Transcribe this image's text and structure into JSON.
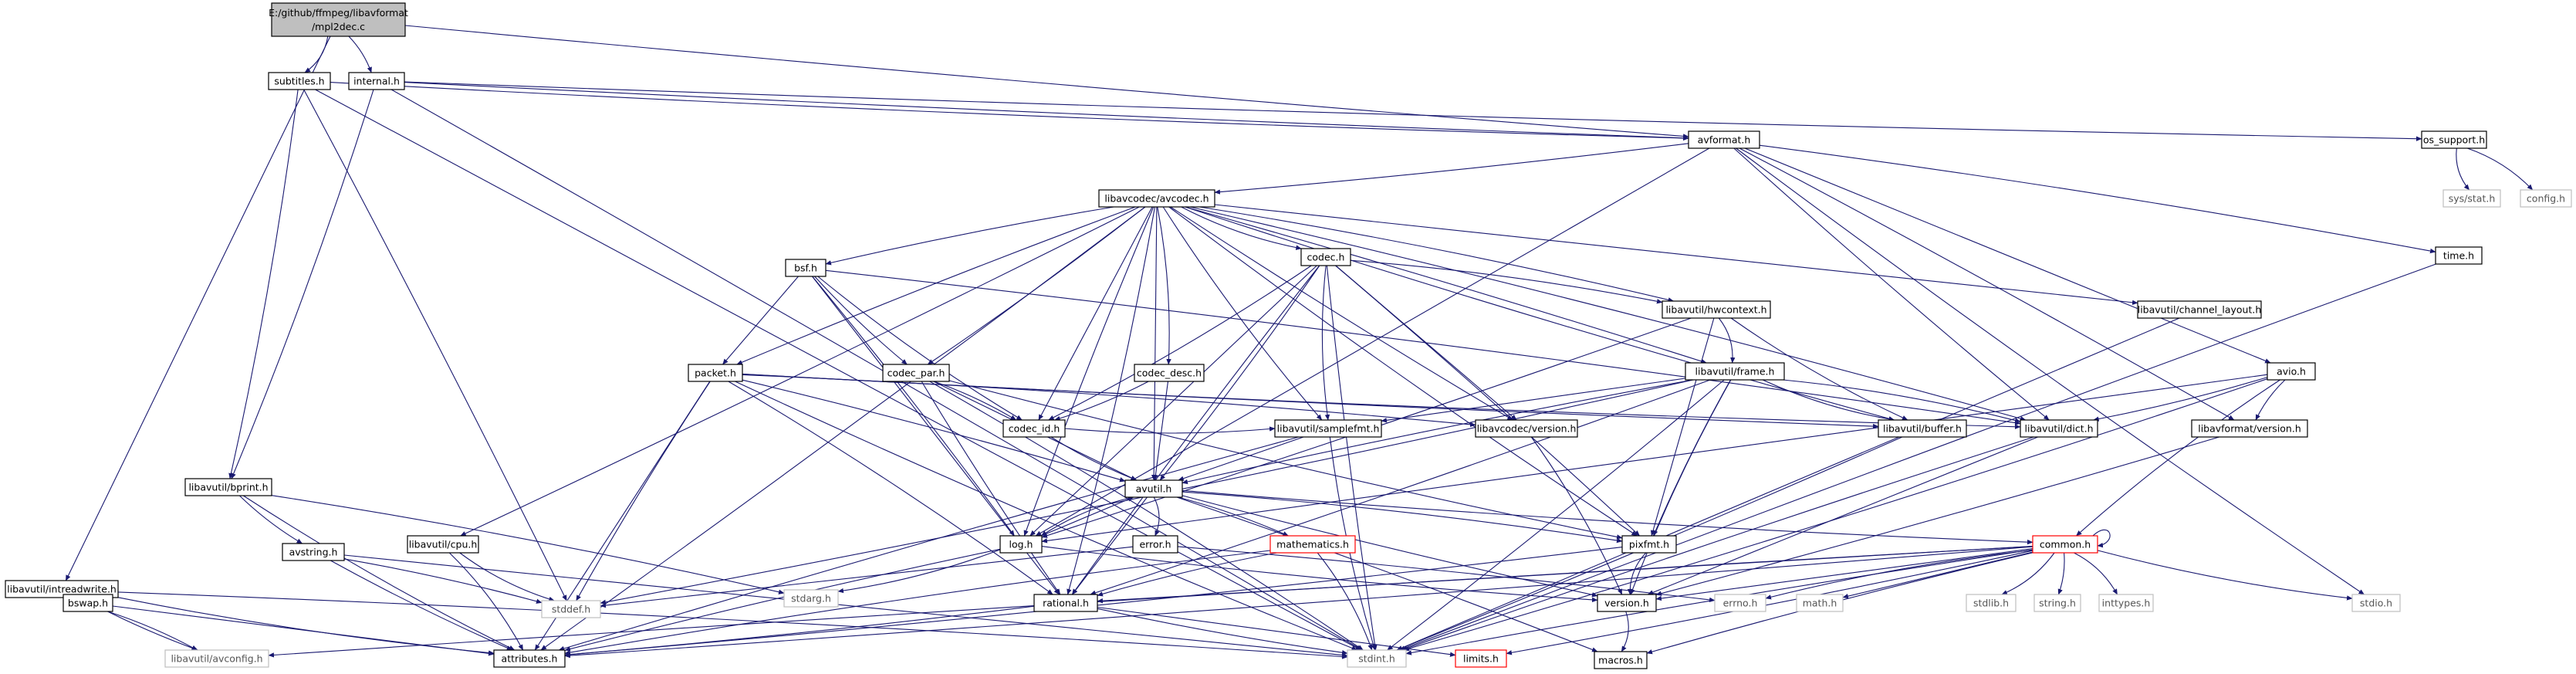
{
  "colors": {
    "edge": "#191970",
    "node_border": "#000000",
    "root_fill": "#bfbfbf",
    "truncated_border": "#ff0000",
    "external_border": "#bfbfbf",
    "external_text": "#555555"
  },
  "legend_note": "",
  "nodes": {
    "mpl2dec": {
      "label": "E:/github/ffmpeg/libavformat/mpl2dec.c",
      "kind": "root"
    },
    "subtitles": {
      "label": "subtitles.h",
      "kind": "normal"
    },
    "internal": {
      "label": "internal.h",
      "kind": "normal"
    },
    "intreadwrite": {
      "label": "libavutil/intreadwrite.h",
      "kind": "normal"
    },
    "bswap": {
      "label": "bswap.h",
      "kind": "normal"
    },
    "avconfig": {
      "label": "libavutil/avconfig.h",
      "kind": "external"
    },
    "attributes": {
      "label": "attributes.h",
      "kind": "normal"
    },
    "bprint": {
      "label": "libavutil/bprint.h",
      "kind": "normal"
    },
    "avstring": {
      "label": "avstring.h",
      "kind": "normal"
    },
    "cpu": {
      "label": "libavutil/cpu.h",
      "kind": "normal"
    },
    "stddef": {
      "label": "stddef.h",
      "kind": "external"
    },
    "stdarg": {
      "label": "stdarg.h",
      "kind": "external"
    },
    "stdint": {
      "label": "stdint.h",
      "kind": "external"
    },
    "avformat": {
      "label": "avformat.h",
      "kind": "normal"
    },
    "avcodec": {
      "label": "libavcodec/avcodec.h",
      "kind": "normal"
    },
    "bsf": {
      "label": "bsf.h",
      "kind": "normal"
    },
    "packet": {
      "label": "packet.h",
      "kind": "normal"
    },
    "codec_par": {
      "label": "codec_par.h",
      "kind": "normal"
    },
    "codec_id": {
      "label": "codec_id.h",
      "kind": "normal"
    },
    "codec_desc": {
      "label": "codec_desc.h",
      "kind": "normal"
    },
    "codec": {
      "label": "codec.h",
      "kind": "normal"
    },
    "avutil": {
      "label": "avutil.h",
      "kind": "normal"
    },
    "log": {
      "label": "log.h",
      "kind": "normal"
    },
    "error": {
      "label": "error.h",
      "kind": "normal"
    },
    "mathematics": {
      "label": "mathematics.h",
      "kind": "truncated"
    },
    "rational": {
      "label": "rational.h",
      "kind": "normal"
    },
    "samplefmt": {
      "label": "libavutil/samplefmt.h",
      "kind": "normal"
    },
    "hwcontext": {
      "label": "libavutil/hwcontext.h",
      "kind": "normal"
    },
    "frame": {
      "label": "libavutil/frame.h",
      "kind": "normal"
    },
    "avc_version": {
      "label": "libavcodec/version.h",
      "kind": "normal"
    },
    "buffer": {
      "label": "libavutil/buffer.h",
      "kind": "normal"
    },
    "dict": {
      "label": "libavutil/dict.h",
      "kind": "normal"
    },
    "pixfmt": {
      "label": "pixfmt.h",
      "kind": "normal"
    },
    "common": {
      "label": "common.h",
      "kind": "truncated"
    },
    "version": {
      "label": "version.h",
      "kind": "normal"
    },
    "macros": {
      "label": "macros.h",
      "kind": "normal"
    },
    "limits": {
      "label": "limits.h",
      "kind": "truncated"
    },
    "errno": {
      "label": "errno.h",
      "kind": "external"
    },
    "math": {
      "label": "math.h",
      "kind": "external"
    },
    "stdlib": {
      "label": "stdlib.h",
      "kind": "external"
    },
    "string": {
      "label": "string.h",
      "kind": "external"
    },
    "inttypes": {
      "label": "inttypes.h",
      "kind": "external"
    },
    "stdio": {
      "label": "stdio.h",
      "kind": "external"
    },
    "channel_layout": {
      "label": "libavutil/channel_layout.h",
      "kind": "normal"
    },
    "avio": {
      "label": "avio.h",
      "kind": "normal"
    },
    "avf_version": {
      "label": "libavformat/version.h",
      "kind": "normal"
    },
    "time": {
      "label": "time.h",
      "kind": "normal"
    },
    "os_support": {
      "label": "os_support.h",
      "kind": "normal"
    },
    "sysstat": {
      "label": "sys/stat.h",
      "kind": "external"
    },
    "config": {
      "label": "config.h",
      "kind": "external"
    }
  },
  "edges": [
    [
      "mpl2dec",
      "subtitles"
    ],
    [
      "mpl2dec",
      "internal"
    ],
    [
      "mpl2dec",
      "intreadwrite"
    ],
    [
      "mpl2dec",
      "avformat"
    ],
    [
      "subtitles",
      "avformat"
    ],
    [
      "subtitles",
      "bprint"
    ],
    [
      "subtitles",
      "stddef"
    ],
    [
      "subtitles",
      "stdint"
    ],
    [
      "internal",
      "avformat"
    ],
    [
      "internal",
      "os_support"
    ],
    [
      "internal",
      "bprint"
    ],
    [
      "internal",
      "stdint"
    ],
    [
      "intreadwrite",
      "bswap"
    ],
    [
      "intreadwrite",
      "avconfig"
    ],
    [
      "intreadwrite",
      "attributes"
    ],
    [
      "intreadwrite",
      "stdint"
    ],
    [
      "bswap",
      "avconfig"
    ],
    [
      "bswap",
      "attributes"
    ],
    [
      "bprint",
      "avstring"
    ],
    [
      "bprint",
      "attributes"
    ],
    [
      "bprint",
      "stdarg"
    ],
    [
      "avstring",
      "stddef"
    ],
    [
      "avstring",
      "stdint"
    ],
    [
      "avstring",
      "attributes"
    ],
    [
      "cpu",
      "stddef"
    ],
    [
      "cpu",
      "attributes"
    ],
    [
      "avformat",
      "avcodec"
    ],
    [
      "avformat",
      "avio"
    ],
    [
      "avformat",
      "dict"
    ],
    [
      "avformat",
      "stdio"
    ],
    [
      "avformat",
      "time"
    ],
    [
      "avformat",
      "avf_version"
    ],
    [
      "avformat",
      "log"
    ],
    [
      "avcodec",
      "bsf"
    ],
    [
      "avcodec",
      "codec"
    ],
    [
      "avcodec",
      "codec_desc"
    ],
    [
      "avcodec",
      "codec_par"
    ],
    [
      "avcodec",
      "codec_id"
    ],
    [
      "avcodec",
      "packet"
    ],
    [
      "avcodec",
      "samplefmt"
    ],
    [
      "avcodec",
      "hwcontext"
    ],
    [
      "avcodec",
      "frame"
    ],
    [
      "avcodec",
      "channel_layout"
    ],
    [
      "avcodec",
      "avc_version"
    ],
    [
      "avcodec",
      "buffer"
    ],
    [
      "avcodec",
      "dict"
    ],
    [
      "avcodec",
      "cpu"
    ],
    [
      "avcodec",
      "avutil"
    ],
    [
      "avcodec",
      "log"
    ],
    [
      "avcodec",
      "pixfmt"
    ],
    [
      "avcodec",
      "rational"
    ],
    [
      "avcodec",
      "attributes"
    ],
    [
      "bsf",
      "packet"
    ],
    [
      "bsf",
      "codec_par"
    ],
    [
      "bsf",
      "codec_id"
    ],
    [
      "bsf",
      "dict"
    ],
    [
      "bsf",
      "log"
    ],
    [
      "bsf",
      "rational"
    ],
    [
      "packet",
      "buffer"
    ],
    [
      "packet",
      "dict"
    ],
    [
      "packet",
      "rational"
    ],
    [
      "packet",
      "avutil"
    ],
    [
      "packet",
      "attributes"
    ],
    [
      "packet",
      "stddef"
    ],
    [
      "packet",
      "stdint"
    ],
    [
      "packet",
      "avc_version"
    ],
    [
      "codec_par",
      "codec_id"
    ],
    [
      "codec_par",
      "avutil"
    ],
    [
      "codec_par",
      "rational"
    ],
    [
      "codec_par",
      "pixfmt"
    ],
    [
      "codec_par",
      "stdint"
    ],
    [
      "codec_desc",
      "codec_id"
    ],
    [
      "codec_desc",
      "avutil"
    ],
    [
      "codec_id",
      "avutil"
    ],
    [
      "codec_id",
      "samplefmt"
    ],
    [
      "codec",
      "codec_id"
    ],
    [
      "codec",
      "avutil"
    ],
    [
      "codec",
      "log"
    ],
    [
      "codec",
      "rational"
    ],
    [
      "codec",
      "samplefmt"
    ],
    [
      "codec",
      "hwcontext"
    ],
    [
      "codec",
      "pixfmt"
    ],
    [
      "codec",
      "avc_version"
    ],
    [
      "codec",
      "stdint"
    ],
    [
      "hwcontext",
      "buffer"
    ],
    [
      "hwcontext",
      "frame"
    ],
    [
      "hwcontext",
      "log"
    ],
    [
      "hwcontext",
      "pixfmt"
    ],
    [
      "frame",
      "avutil"
    ],
    [
      "frame",
      "buffer"
    ],
    [
      "frame",
      "dict"
    ],
    [
      "frame",
      "rational"
    ],
    [
      "frame",
      "samplefmt"
    ],
    [
      "frame",
      "pixfmt"
    ],
    [
      "frame",
      "version"
    ],
    [
      "frame",
      "stddef"
    ],
    [
      "frame",
      "stdint"
    ],
    [
      "samplefmt",
      "avutil"
    ],
    [
      "samplefmt",
      "attributes"
    ],
    [
      "samplefmt",
      "stdint"
    ],
    [
      "avc_version",
      "version"
    ],
    [
      "buffer",
      "stdint"
    ],
    [
      "dict",
      "version"
    ],
    [
      "dict",
      "stdint"
    ],
    [
      "avutil",
      "log"
    ],
    [
      "avutil",
      "error"
    ],
    [
      "avutil",
      "mathematics"
    ],
    [
      "avutil",
      "rational"
    ],
    [
      "avutil",
      "version"
    ],
    [
      "avutil",
      "common"
    ],
    [
      "avutil",
      "pixfmt"
    ],
    [
      "avutil",
      "macros"
    ],
    [
      "log",
      "avutil"
    ],
    [
      "log",
      "attributes"
    ],
    [
      "log",
      "version"
    ],
    [
      "log",
      "stdarg"
    ],
    [
      "error",
      "errno"
    ],
    [
      "error",
      "stddef"
    ],
    [
      "mathematics",
      "rational"
    ],
    [
      "mathematics",
      "attributes"
    ],
    [
      "mathematics",
      "stdint"
    ],
    [
      "rational",
      "attributes"
    ],
    [
      "rational",
      "limits"
    ],
    [
      "rational",
      "stdint"
    ],
    [
      "pixfmt",
      "version"
    ],
    [
      "pixfmt",
      "attributes"
    ],
    [
      "common",
      "attributes"
    ],
    [
      "common",
      "version"
    ],
    [
      "common",
      "macros"
    ],
    [
      "common",
      "errno"
    ],
    [
      "common",
      "inttypes"
    ],
    [
      "common",
      "limits"
    ],
    [
      "common",
      "math"
    ],
    [
      "common",
      "stdint"
    ],
    [
      "common",
      "stdio"
    ],
    [
      "common",
      "stdlib"
    ],
    [
      "common",
      "string"
    ],
    [
      "common",
      "rational"
    ],
    [
      "common",
      "avconfig"
    ],
    [
      "common",
      "common"
    ],
    [
      "version",
      "macros"
    ],
    [
      "avio",
      "dict"
    ],
    [
      "avio",
      "log"
    ],
    [
      "avio",
      "avf_version"
    ],
    [
      "avio",
      "common"
    ],
    [
      "avio",
      "stdint"
    ],
    [
      "avf_version",
      "version"
    ],
    [
      "channel_layout",
      "stdint"
    ],
    [
      "time",
      "stdint"
    ],
    [
      "os_support",
      "sysstat"
    ],
    [
      "os_support",
      "config"
    ]
  ]
}
